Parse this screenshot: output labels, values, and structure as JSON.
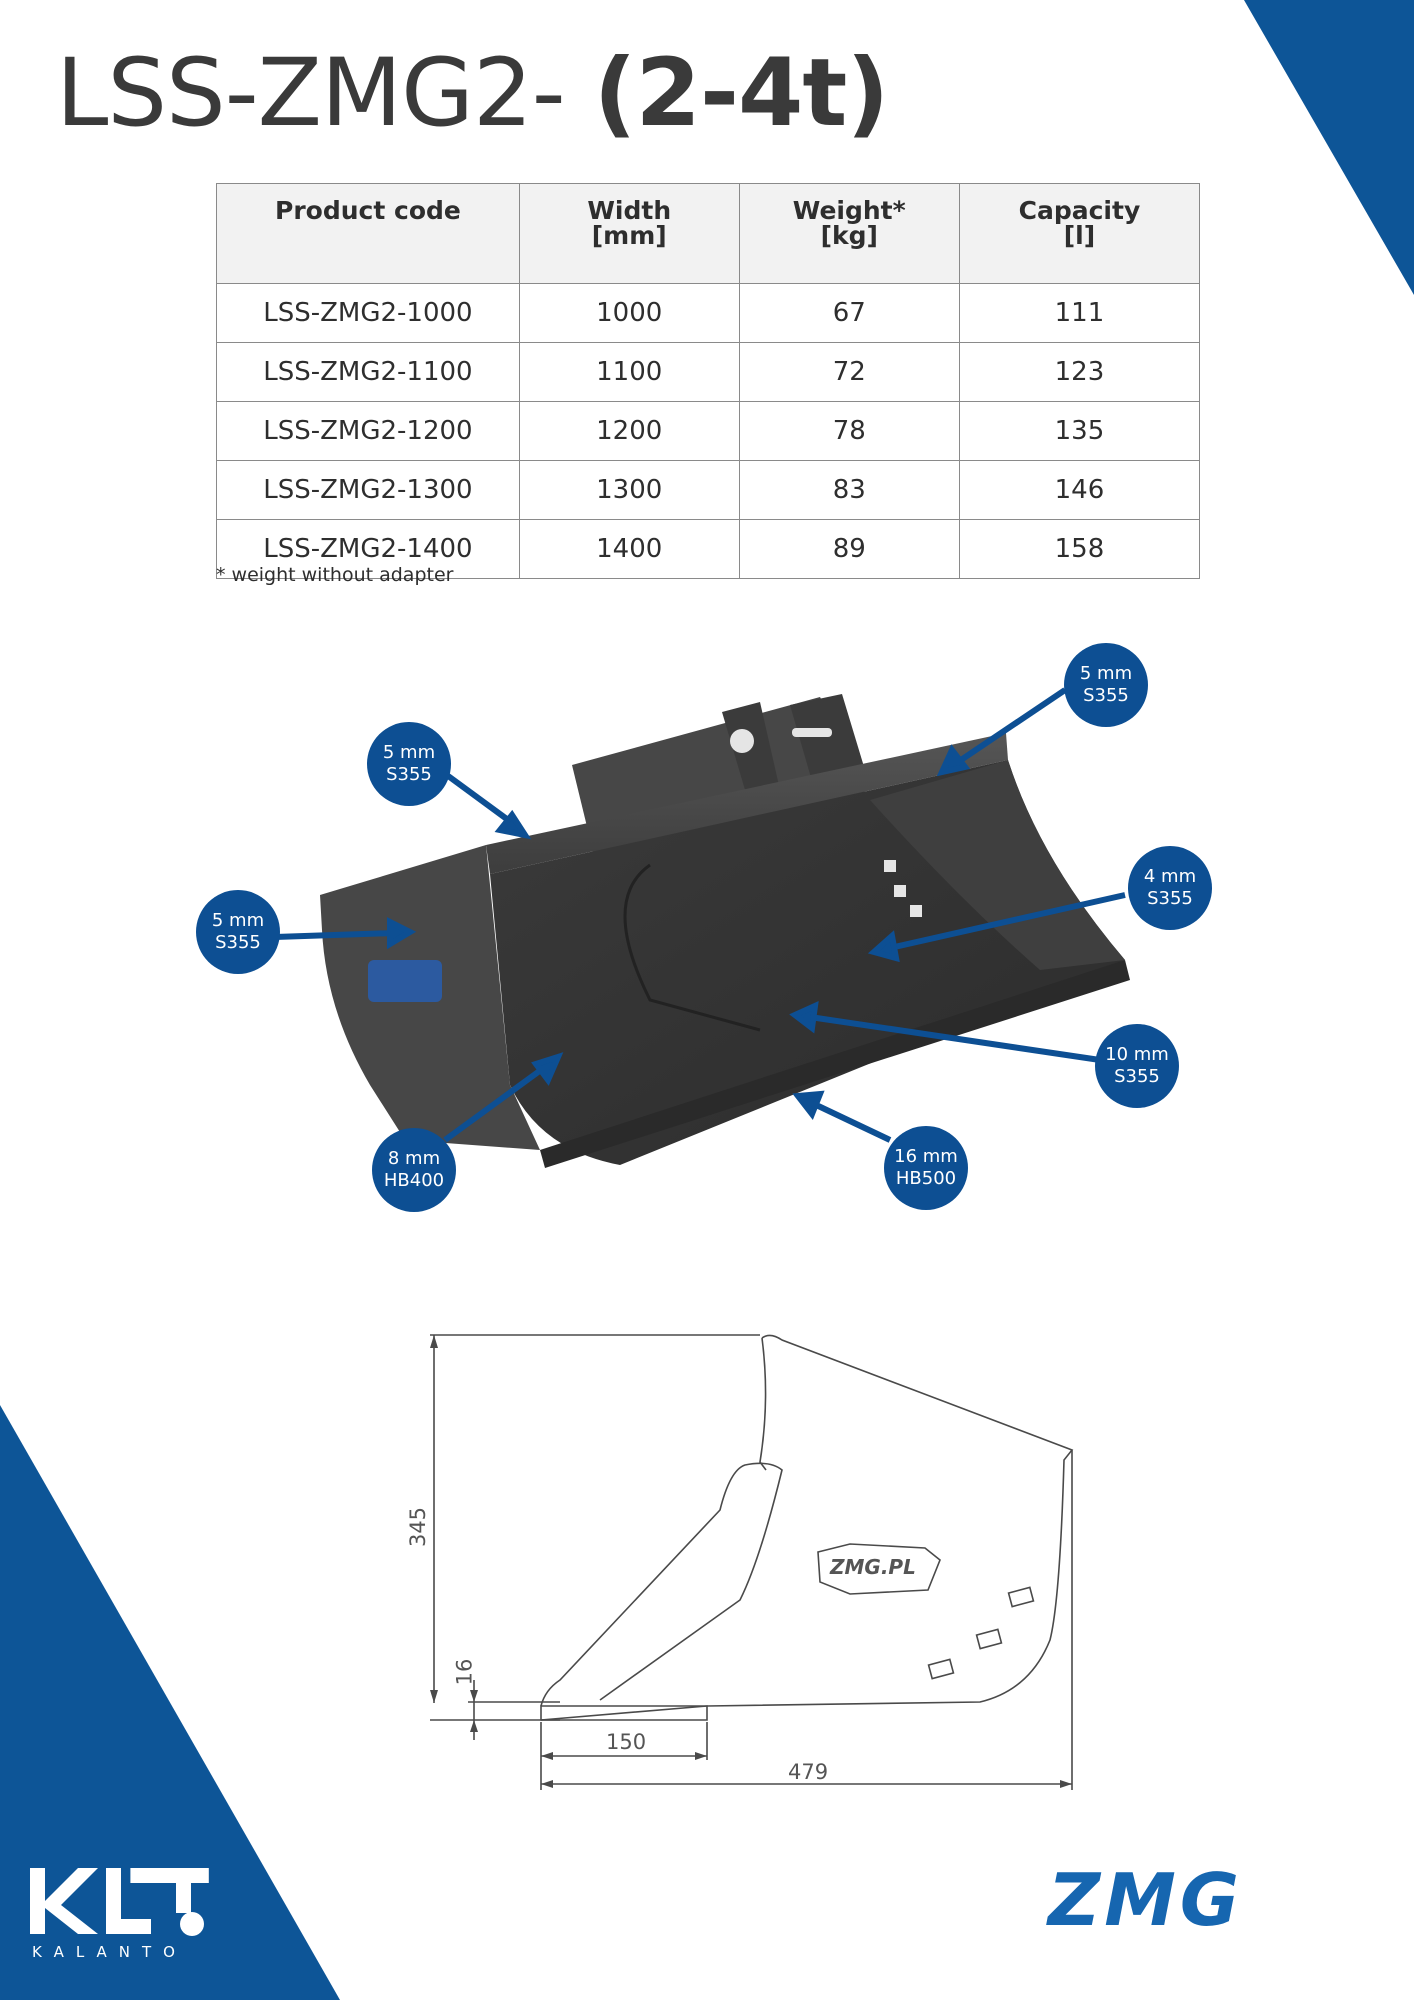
{
  "page": {
    "title_regular": "LSS-ZMG2-",
    "title_bold": "(2-4t)"
  },
  "table": {
    "headers": [
      {
        "line1": "Product code",
        "line2": ""
      },
      {
        "line1": "Width",
        "line2": "[mm]"
      },
      {
        "line1": "Weight*",
        "line2": "[kg]"
      },
      {
        "line1": "Capacity",
        "line2": "[l]"
      }
    ],
    "rows": [
      [
        "LSS-ZMG2-1000",
        "1000",
        "67",
        "111"
      ],
      [
        "LSS-ZMG2-1100",
        "1100",
        "72",
        "123"
      ],
      [
        "LSS-ZMG2-1200",
        "1200",
        "78",
        "135"
      ],
      [
        "LSS-ZMG2-1300",
        "1300",
        "83",
        "146"
      ],
      [
        "LSS-ZMG2-1400",
        "1400",
        "89",
        "158"
      ]
    ],
    "footnote": "* weight without adapter"
  },
  "callouts": [
    {
      "thickness": "5 mm",
      "material": "S355"
    },
    {
      "thickness": "5 mm",
      "material": "S355"
    },
    {
      "thickness": "5 mm",
      "material": "S355"
    },
    {
      "thickness": "4 mm",
      "material": "S355"
    },
    {
      "thickness": "10 mm",
      "material": "S355"
    },
    {
      "thickness": "8 mm",
      "material": "HB400"
    },
    {
      "thickness": "16 mm",
      "material": "HB500"
    }
  ],
  "drawing": {
    "dim_height": "345",
    "dim_blade": "16",
    "dim_blade_length": "150",
    "dim_depth": "479",
    "logo_text": "ZMG.PL"
  },
  "brands": {
    "left_logo": "KLT",
    "left_subtext": "KALANTO",
    "right_logo": "ZMG"
  },
  "colors": {
    "brand_blue": "#0d5597",
    "callout_blue": "#0d4f93",
    "zmg_blue": "#1666b0",
    "title_gray": "#3a3a3a"
  }
}
